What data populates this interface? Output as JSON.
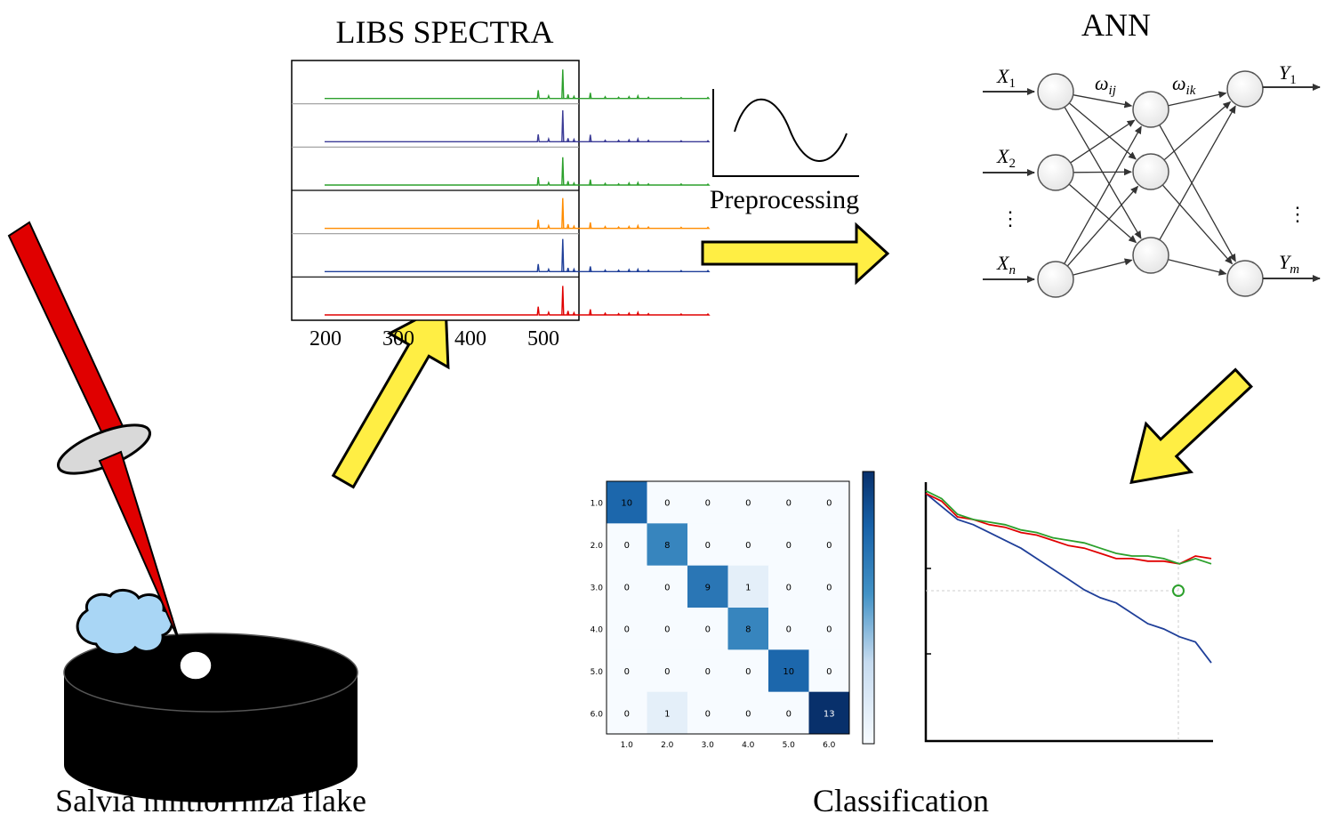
{
  "labels": {
    "spectra_title": "LIBS SPECTRA",
    "ann_title": "ANN",
    "preprocessing": "Preprocessing",
    "sample": "Salvia miltiorrhiza flake",
    "classification": "Classification"
  },
  "spectra": {
    "x_ticks": [
      "200",
      "300",
      "400",
      "500"
    ],
    "colors": [
      "#2ca02c",
      "#3b3b96",
      "#2ca02c",
      "#ff8c00",
      "#1f3f99",
      "#e00000"
    ]
  },
  "ann": {
    "inputs": {
      "x1": "X",
      "x1_sub": "1",
      "x2": "X",
      "x2_sub": "2",
      "xn": "X",
      "xn_sub": "n"
    },
    "outputs": {
      "y1": "Y",
      "y1_sub": "1",
      "ym": "Y",
      "ym_sub": "m"
    },
    "weights": {
      "w1": "ω",
      "w1_sub": "ij",
      "w2": "ω",
      "w2_sub": "ik"
    },
    "dots": "⋮"
  },
  "chart_data": [
    {
      "type": "heatmap",
      "row_labels": [
        "1.0",
        "2.0",
        "3.0",
        "4.0",
        "5.0",
        "6.0"
      ],
      "col_labels": [
        "1.0",
        "2.0",
        "3.0",
        "4.0",
        "5.0",
        "6.0"
      ],
      "matrix": [
        [
          10,
          0,
          0,
          0,
          0,
          0
        ],
        [
          0,
          8,
          0,
          0,
          0,
          0
        ],
        [
          0,
          0,
          9,
          1,
          0,
          0
        ],
        [
          0,
          0,
          0,
          8,
          0,
          0
        ],
        [
          0,
          0,
          0,
          0,
          10,
          0
        ],
        [
          0,
          1,
          0,
          0,
          0,
          13
        ]
      ],
      "colorscale": "Blues"
    },
    {
      "type": "line",
      "series": [
        {
          "color": "#1f3f99",
          "values": [
            0.95,
            0.9,
            0.85,
            0.83,
            0.8,
            0.77,
            0.74,
            0.7,
            0.66,
            0.62,
            0.58,
            0.55,
            0.53,
            0.49,
            0.45,
            0.43,
            0.4,
            0.38,
            0.3
          ]
        },
        {
          "color": "#e00000",
          "values": [
            0.95,
            0.92,
            0.86,
            0.85,
            0.83,
            0.82,
            0.8,
            0.79,
            0.77,
            0.75,
            0.74,
            0.72,
            0.7,
            0.7,
            0.69,
            0.69,
            0.68,
            0.71,
            0.7
          ]
        },
        {
          "color": "#2ca02c",
          "values": [
            0.96,
            0.93,
            0.87,
            0.85,
            0.84,
            0.83,
            0.81,
            0.8,
            0.78,
            0.77,
            0.76,
            0.74,
            0.72,
            0.71,
            0.71,
            0.7,
            0.68,
            0.7,
            0.68
          ]
        }
      ]
    }
  ]
}
